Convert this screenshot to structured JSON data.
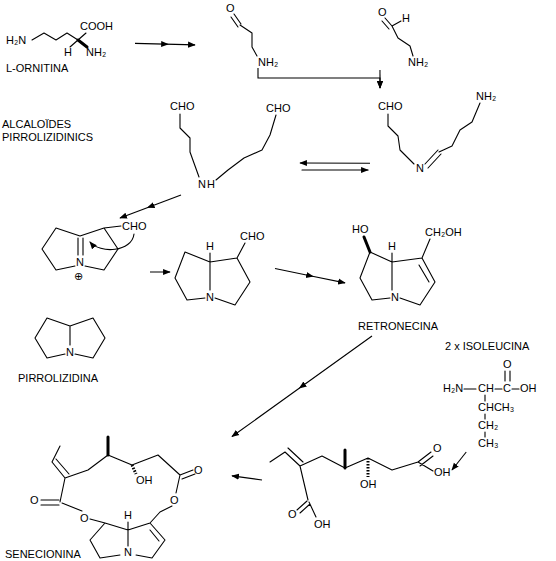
{
  "diagram": {
    "nodes": [
      {
        "text": [
          "H₂N",
          "COOH",
          "H",
          "NH₂",
          "L-ORNITINA"
        ]
      },
      {
        "text": [
          "O",
          "NH₂"
        ]
      },
      {
        "text": [
          "O",
          "H",
          "NH₂"
        ]
      },
      {
        "text": [
          "CHO",
          "N",
          "H",
          "CHO"
        ]
      },
      {
        "text": [
          "CHO",
          "N",
          "NH₂"
        ]
      },
      {
        "text": [
          "N",
          "⊕",
          "CHO"
        ]
      },
      {
        "text": [
          "H",
          "CHO",
          "N"
        ]
      },
      {
        "text": [
          "HO",
          "H",
          "CH₂OH",
          "N",
          "RETRONECINA"
        ]
      },
      {
        "text": [
          "N",
          "PIRROLIZIDINA"
        ]
      },
      {
        "text": [
          "2 x ISOLEUCINA",
          "O",
          "H₂N",
          "CH",
          "C",
          "OH",
          "CHCH₃",
          "CH₂",
          "CH₃"
        ]
      },
      {
        "text": [
          "O",
          "O",
          "OH",
          "O",
          "O",
          "H",
          "N",
          "SENECIONINA"
        ]
      },
      {
        "text": [
          "O",
          "OH",
          "OH",
          "O",
          "OH"
        ]
      }
    ],
    "edges": [
      {
        "from": 0,
        "to": 1,
        "arrow": "to"
      },
      {
        "from": 1,
        "to": 4,
        "arrow": "to"
      },
      {
        "from": 2,
        "to": 4,
        "arrow": "to"
      },
      {
        "from": 4,
        "to": 3,
        "arrow": "to"
      },
      {
        "from": 3,
        "to": 5,
        "arrow": "to"
      },
      {
        "from": 5,
        "to": 6,
        "arrow": "to"
      },
      {
        "from": 6,
        "to": 7,
        "arrow": "to"
      },
      {
        "from": 7,
        "to": 10,
        "arrow": "to"
      },
      {
        "from": 9,
        "to": 11,
        "arrow": "to"
      },
      {
        "from": 11,
        "to": 10,
        "arrow": "to"
      }
    ],
    "labels": [
      "ALCALOÏDES PIRROLIZIDINICS"
    ]
  }
}
